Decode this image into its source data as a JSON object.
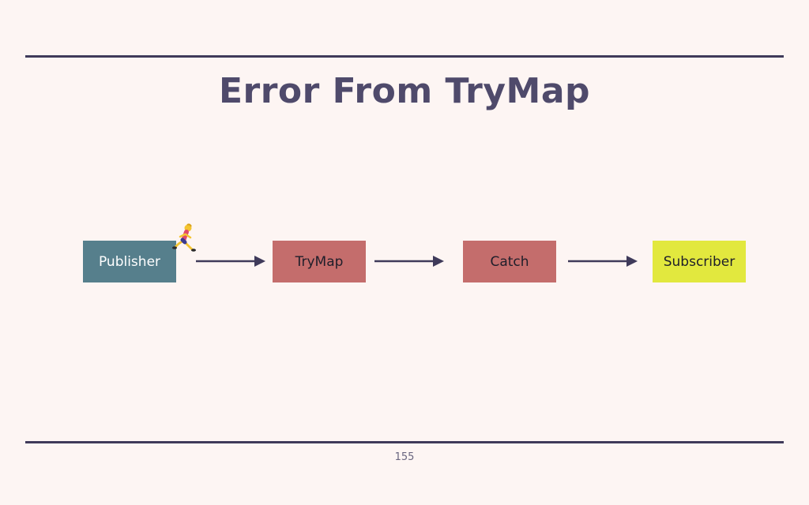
{
  "slide": {
    "title": "Error From TryMap",
    "page_number": "155"
  },
  "diagram": {
    "nodes": [
      {
        "id": "publisher",
        "label": "Publisher",
        "color": "#567f8c"
      },
      {
        "id": "trymap",
        "label": "TryMap",
        "color": "#c46d6c"
      },
      {
        "id": "catch",
        "label": "Catch",
        "color": "#c46d6c"
      },
      {
        "id": "subscriber",
        "label": "Subscriber",
        "color": "#e2e83e"
      }
    ],
    "edges": [
      {
        "from": "publisher",
        "to": "trymap"
      },
      {
        "from": "trymap",
        "to": "catch"
      },
      {
        "from": "catch",
        "to": "subscriber"
      }
    ],
    "event_icon": "runner-icon"
  },
  "colors": {
    "background": "#fdf5f3",
    "rule": "#3f3a5a",
    "title": "#4f4a6b"
  }
}
